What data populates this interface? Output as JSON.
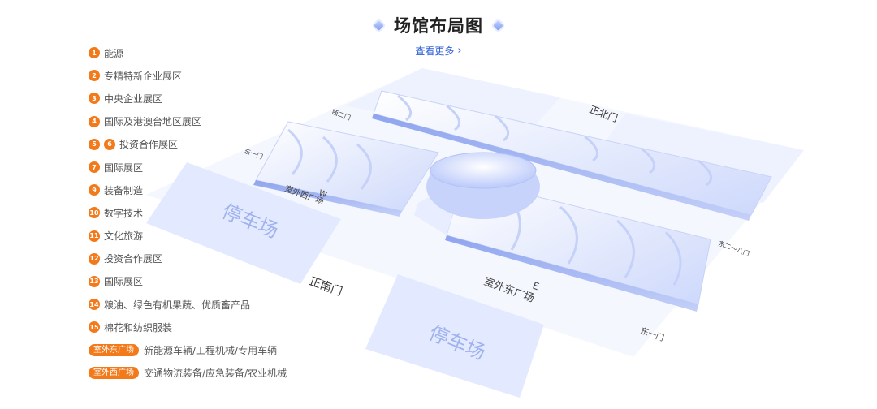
{
  "header": {
    "title": "场馆布局图",
    "more_label": "查看更多"
  },
  "legend": [
    {
      "nums": [
        "1"
      ],
      "label": "能源"
    },
    {
      "nums": [
        "2"
      ],
      "label": "专精特新企业展区"
    },
    {
      "nums": [
        "3"
      ],
      "label": "中央企业展区"
    },
    {
      "nums": [
        "4"
      ],
      "label": "国际及港澳台地区展区"
    },
    {
      "nums": [
        "5",
        "6"
      ],
      "label": "投资合作展区"
    },
    {
      "nums": [
        "7"
      ],
      "label": "国际展区"
    },
    {
      "nums": [
        "9"
      ],
      "label": "装备制造"
    },
    {
      "nums": [
        "10"
      ],
      "label": "数字技术"
    },
    {
      "nums": [
        "11"
      ],
      "label": "文化旅游"
    },
    {
      "nums": [
        "12"
      ],
      "label": "投资合作展区"
    },
    {
      "nums": [
        "13"
      ],
      "label": "国际展区"
    },
    {
      "nums": [
        "14"
      ],
      "label": "粮油、绿色有机果蔬、优质畜产品"
    },
    {
      "nums": [
        "15"
      ],
      "label": "棉花和纺织服装"
    },
    {
      "pill": "室外东广场",
      "label": "新能源车辆/工程机械/专用车辆"
    },
    {
      "pill": "室外西广场",
      "label": "交通物流装备/应急装备/农业机械"
    }
  ],
  "map": {
    "gates": {
      "north": "正北门",
      "south": "正南门",
      "west2": "西二门",
      "east1_w": "东一门",
      "east2": "东二～八门",
      "east1": "东一门"
    },
    "parking_label": "停车场",
    "west_plaza": {
      "letter": "W",
      "name": "室外西广场"
    },
    "east_plaza": {
      "letter": "E",
      "name": "室外东广场"
    }
  }
}
